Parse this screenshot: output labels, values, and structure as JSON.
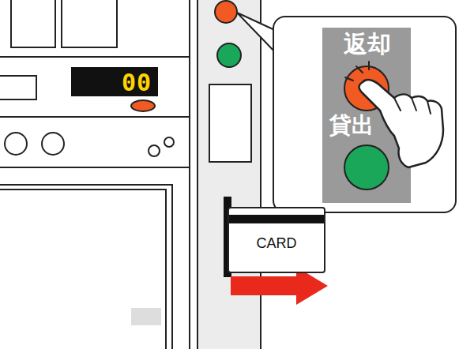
{
  "diagram": {
    "nodes": [
      {
        "text": [
          "00"
        ]
      },
      {
        "text": [
          "返却",
          "貸出"
        ]
      },
      {
        "text": [
          "CARD"
        ]
      }
    ]
  }
}
